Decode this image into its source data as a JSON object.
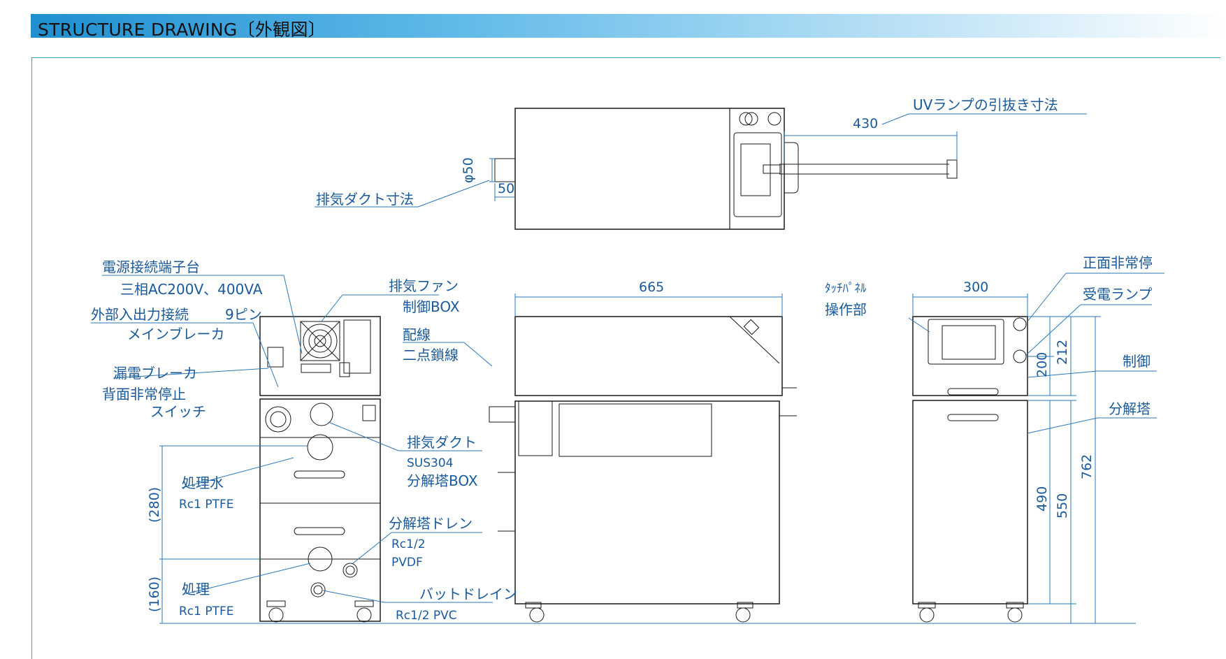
{
  "header": {
    "title": "STRUCTURE DRAWING〔外観図〕"
  },
  "top_view": {
    "uv_lamp_label": "UVランプの引抜き寸法",
    "dim_430": "430",
    "dim_phi50": "φ50",
    "dim_50": "50",
    "exhaust_duct_dim_label": "排気ダクト寸法"
  },
  "back_view": {
    "power_terminal": "電源接続端子台",
    "power_spec": "三相AC200V、400VA",
    "ext_io": "外部入出力接続",
    "ext_io_pins": "9ピン",
    "main_breaker": "メインブレーカ",
    "leak_breaker": "漏電ブレーカ",
    "rear_estop": "背面非常停止",
    "switch": "スイッチ",
    "exhaust_fan": "排気ファン",
    "control_box": "制御BOX",
    "treated_water": "処理水",
    "treated_water_spec": "Rc1  PTFE",
    "treated": "処理",
    "treated_spec": "Rc1  PTFE",
    "dim_280": "(280)",
    "dim_160": "(160)"
  },
  "side_view": {
    "dim_665": "665",
    "wiring": "配線",
    "two_dot_chain": "二点鎖線",
    "exhaust_duct": "排気ダクト",
    "sus304": "SUS304",
    "decomp_box": "分解塔BOX",
    "decomp_drain": "分解塔ドレン",
    "drain_spec1": "Rc1/2",
    "drain_spec2": "PVDF",
    "vat_drain": "バットドレイン",
    "vat_drain_spec": "Rc1/2  PVC"
  },
  "front_view": {
    "touch_panel": "ﾀｯﾁﾊﾟﾈﾙ",
    "operation": "操作部",
    "dim_300": "300",
    "front_estop": "正面非常停",
    "power_lamp": "受電ランプ",
    "control": "制御",
    "decomp_tower": "分解塔",
    "dim_212": "212",
    "dim_200": "200",
    "dim_490": "490",
    "dim_550": "550",
    "dim_762": "762"
  }
}
